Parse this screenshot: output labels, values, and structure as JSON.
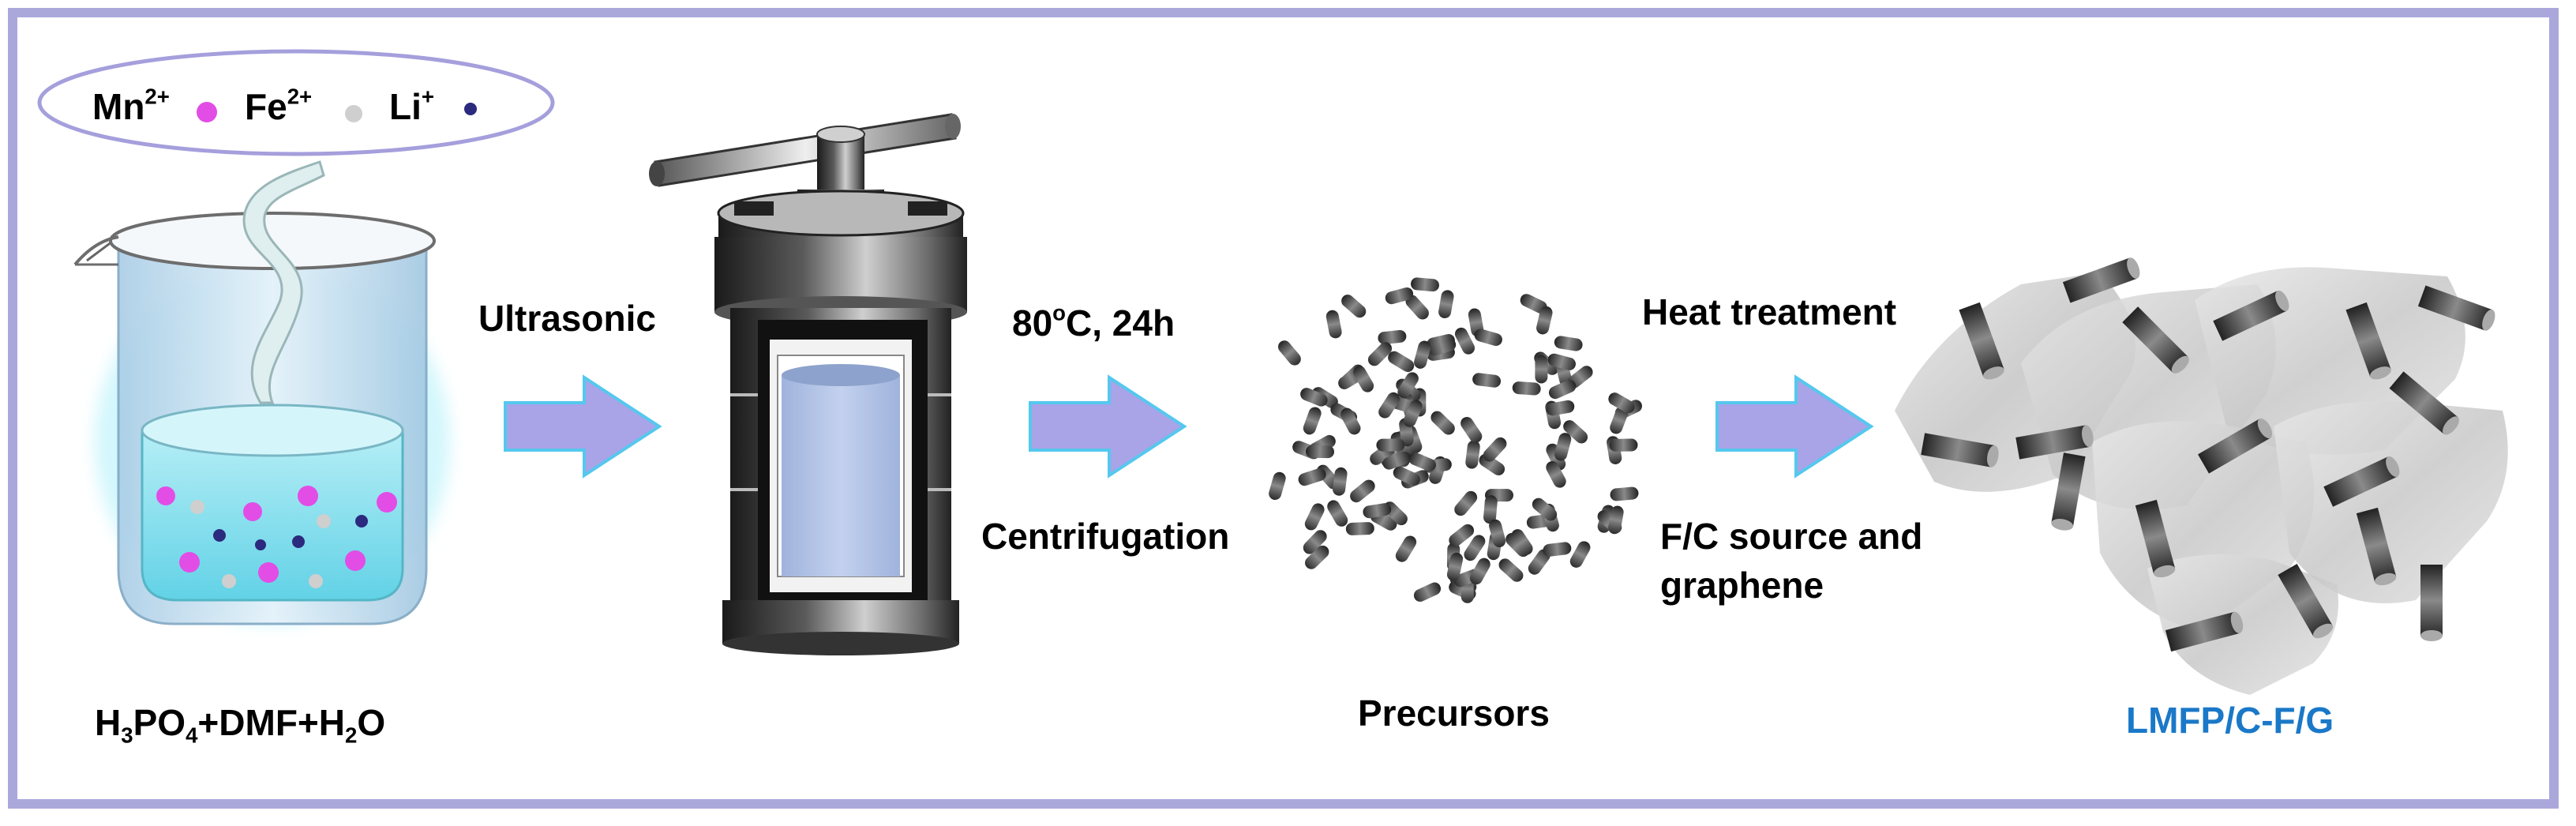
{
  "ions": [
    {
      "base": "Mn",
      "charge": "2+",
      "color": "#e24de6"
    },
    {
      "base": "Fe",
      "charge": "2+",
      "color": "#cfcfcf"
    },
    {
      "base": "Li",
      "charge": "+",
      "color": "#2b2a7e"
    }
  ],
  "steps": {
    "step1_top": "Ultrasonic",
    "step2_top_a": "80",
    "step2_top_sup": "o",
    "step2_top_b": "C, 24h",
    "step2_bottom": "Centrifugation",
    "step3_top": "Heat treatment",
    "step3_bottom_line1": "F/C source and",
    "step3_bottom_line2": "graphene"
  },
  "solution": {
    "p1": "H",
    "s1": "3",
    "p2": "PO",
    "s2": "4",
    "p3": "+DMF+H",
    "s3": "2",
    "p4": "O"
  },
  "precursors_label": "Precursors",
  "product_label": "LMFP/C-F/G",
  "colors": {
    "frame": "#aaa8db",
    "arrow_fill": "#a9a3e8",
    "arrow_stroke": "#55c8ee",
    "product_text": "#1a78c8",
    "liquid_beaker": "#8de3ef",
    "liquid_autoclave": "#b3c3e6"
  }
}
